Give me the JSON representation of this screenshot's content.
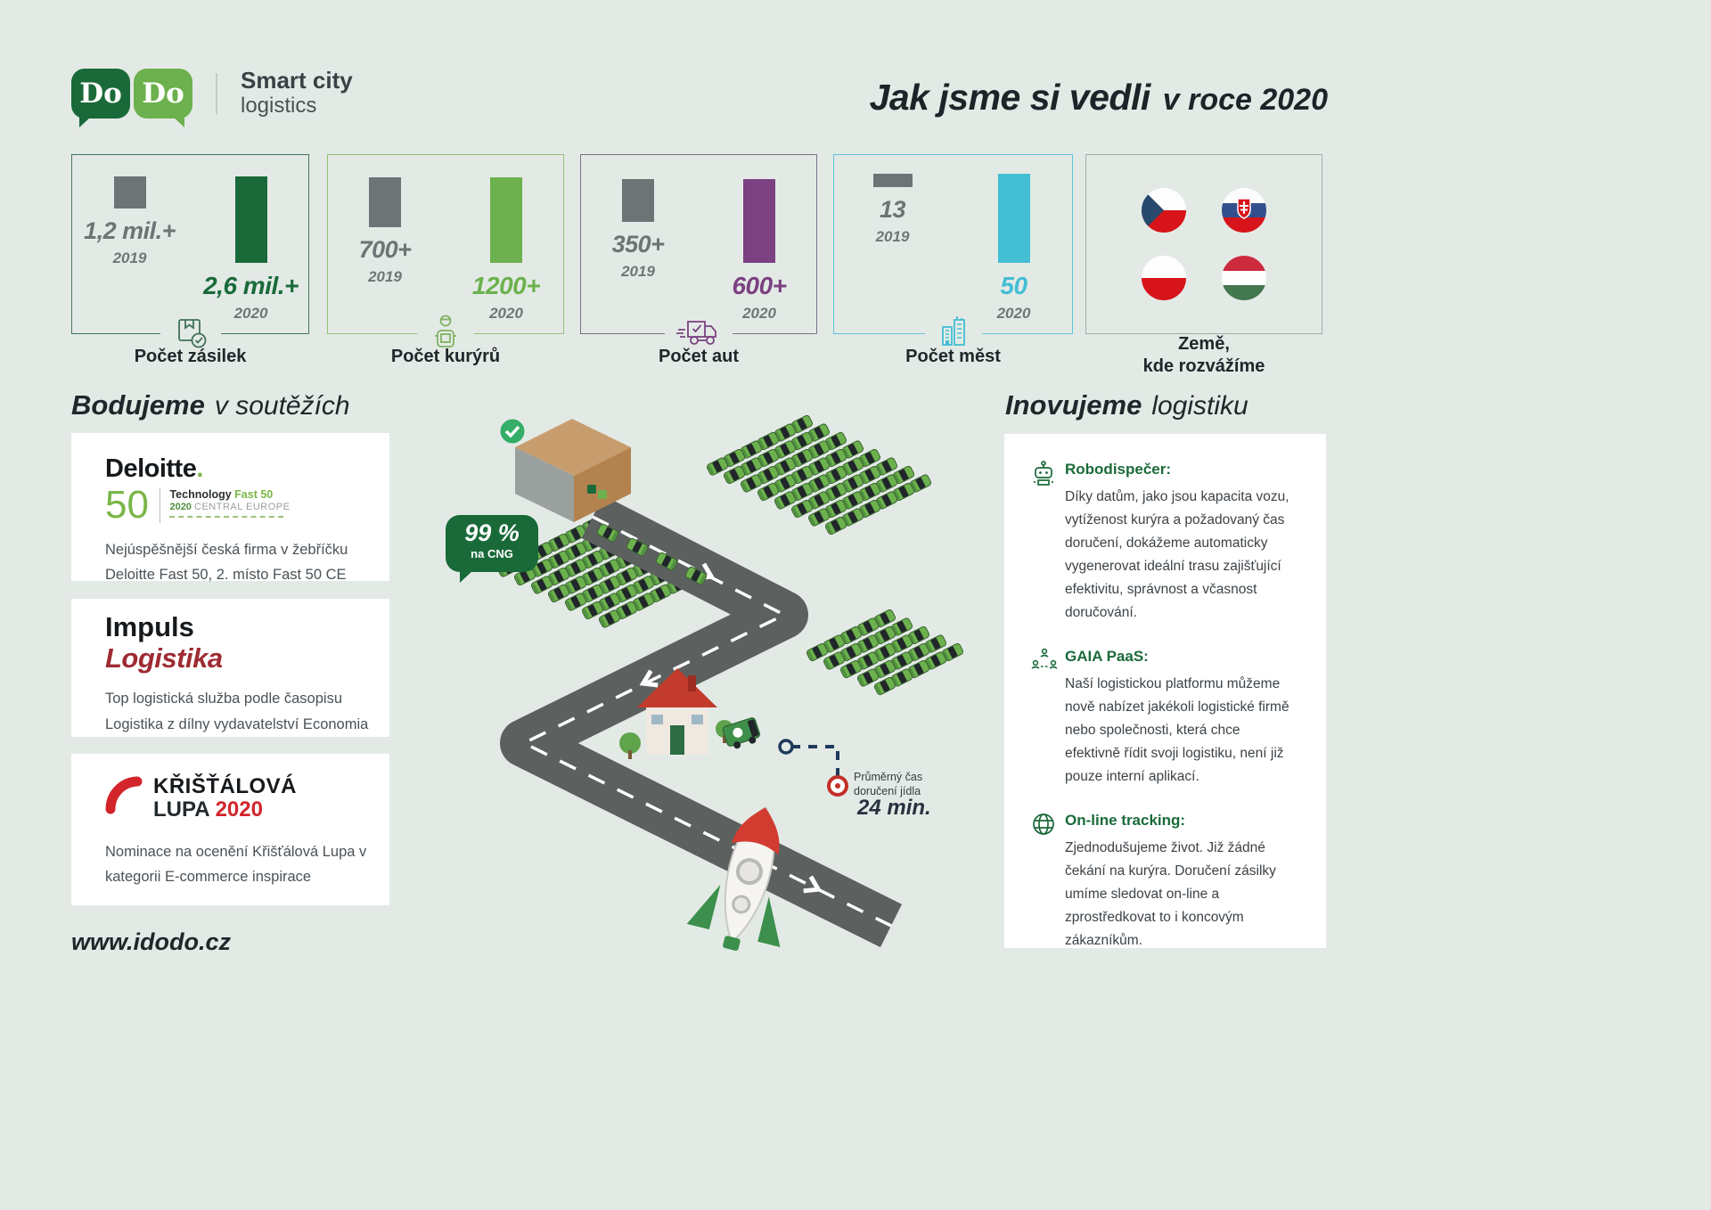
{
  "header": {
    "logo": {
      "bubble_left": "Do",
      "bubble_right": "Do",
      "tagline_line1": "Smart city",
      "tagline_line2": "logistics"
    },
    "title_em": "Jak jsme si vedli",
    "title_rest": "v roce 2020"
  },
  "chart_data": [
    {
      "type": "bar",
      "title": "Počet zásilek",
      "categories": [
        "2019",
        "2020"
      ],
      "values": [
        1200000,
        2600000
      ],
      "value_labels": [
        "1,2 mil.+",
        "2,6 mil.+"
      ],
      "bar_colors": [
        "#6d7475",
        "#1a6a39"
      ]
    },
    {
      "type": "bar",
      "title": "Počet kurýrů",
      "categories": [
        "2019",
        "2020"
      ],
      "values": [
        700,
        1200
      ],
      "value_labels": [
        "700+",
        "1200+"
      ],
      "bar_colors": [
        "#6d7475",
        "#6cb14d"
      ]
    },
    {
      "type": "bar",
      "title": "Počet aut",
      "categories": [
        "2019",
        "2020"
      ],
      "values": [
        350,
        600
      ],
      "value_labels": [
        "350+",
        "600+"
      ],
      "bar_colors": [
        "#6d7475",
        "#7b4181"
      ]
    },
    {
      "type": "bar",
      "title": "Počet měst",
      "categories": [
        "2019",
        "2020"
      ],
      "values": [
        13,
        50
      ],
      "value_labels": [
        "13",
        "50"
      ],
      "bar_colors": [
        "#6d7475",
        "#43bed3"
      ]
    }
  ],
  "stats": [
    {
      "label": "Počet zásilek",
      "border": "#44735f",
      "bars": [
        {
          "year": "2019",
          "value": "1,2 mil.+",
          "h": 36,
          "color": "#6d7475"
        },
        {
          "year": "2020",
          "value": "2,6 mil.+",
          "h": 97,
          "color": "#1a6a39"
        }
      ]
    },
    {
      "label": "Počet kurýrů",
      "border": "#93c276",
      "bars": [
        {
          "year": "2019",
          "value": "700+",
          "h": 56,
          "color": "#6d7475"
        },
        {
          "year": "2020",
          "value": "1200+",
          "h": 96,
          "color": "#6cb14d"
        }
      ]
    },
    {
      "label": "Počet aut",
      "border": "#7e7389",
      "bars": [
        {
          "year": "2019",
          "value": "350+",
          "h": 48,
          "color": "#6d7475"
        },
        {
          "year": "2020",
          "value": "600+",
          "h": 94,
          "color": "#7b4181"
        }
      ]
    },
    {
      "label": "Počet měst",
      "border": "#5fc4d8",
      "bars": [
        {
          "year": "2019",
          "value": "13",
          "h": 15,
          "color": "#6d7475"
        },
        {
          "year": "2020",
          "value": "50",
          "h": 100,
          "color": "#43bed3"
        }
      ]
    },
    {
      "label_line1": "Země,",
      "label_line2": "kde rozvážíme",
      "border": "#a3ada8",
      "flags": [
        "czech-republic",
        "slovakia",
        "poland",
        "hungary"
      ]
    }
  ],
  "awards": {
    "heading_em": "Bodujeme",
    "heading_rest": "v soutěžích",
    "deloitte": {
      "brand": "Deloitte",
      "dot": ".",
      "big": "50",
      "sub1a": "Technology",
      "sub1b": "Fast 50",
      "sub2a": "2020",
      "sub2b": "CENTRAL EUROPE",
      "text": "Nejúspěšnější česká firma v žebříčku Deloitte Fast 50, 2. místo Fast 50 CE"
    },
    "impuls": {
      "line1": "Impuls",
      "line2": "Logistika",
      "text": "Top logistická služba podle časopisu Logistika z dílny vydavatelství Economia"
    },
    "lupa": {
      "line1": "KŘIŠŤÁLOVÁ",
      "line2a": "LUPA",
      "line2b": "2020",
      "text": "Nominace na ocenění Křišťálová Lupa v kategorii E-commerce inspirace"
    }
  },
  "innovations": {
    "heading_em": "Inovujeme",
    "heading_rest": "logistiku",
    "items": [
      {
        "icon": "robot-icon",
        "title": "Robodispečer:",
        "text": "Díky datům, jako jsou kapacita vozu, vytíženost kurýra a požadovaný čas doručení, dokážeme automaticky vygenerovat ideální trasu zajišťující efektivitu, správnost a včasnost doručování."
      },
      {
        "icon": "people-network-icon",
        "title": "GAIA PaaS:",
        "text": "Naší logistickou platformu můžeme nově nabízet jakékoli logistické firmě nebo společnosti, která chce efektivně řídit svoji logistiku, není již pouze interní aplikací."
      },
      {
        "icon": "globe-icon",
        "title": "On-line tracking:",
        "text": "Zjednodušujeme život. Již žádné čekání na kurýra. Doručení zásilky umíme sledovat on-line a zprostředkovat to i koncovým zákazníkům."
      }
    ]
  },
  "scene": {
    "badge_value": "99 %",
    "badge_sub": "na CNG",
    "delivery_label": "Průměrný čas doručení jídla",
    "delivery_time": "24 min."
  },
  "footer": {
    "website": "www.idodo.cz"
  }
}
